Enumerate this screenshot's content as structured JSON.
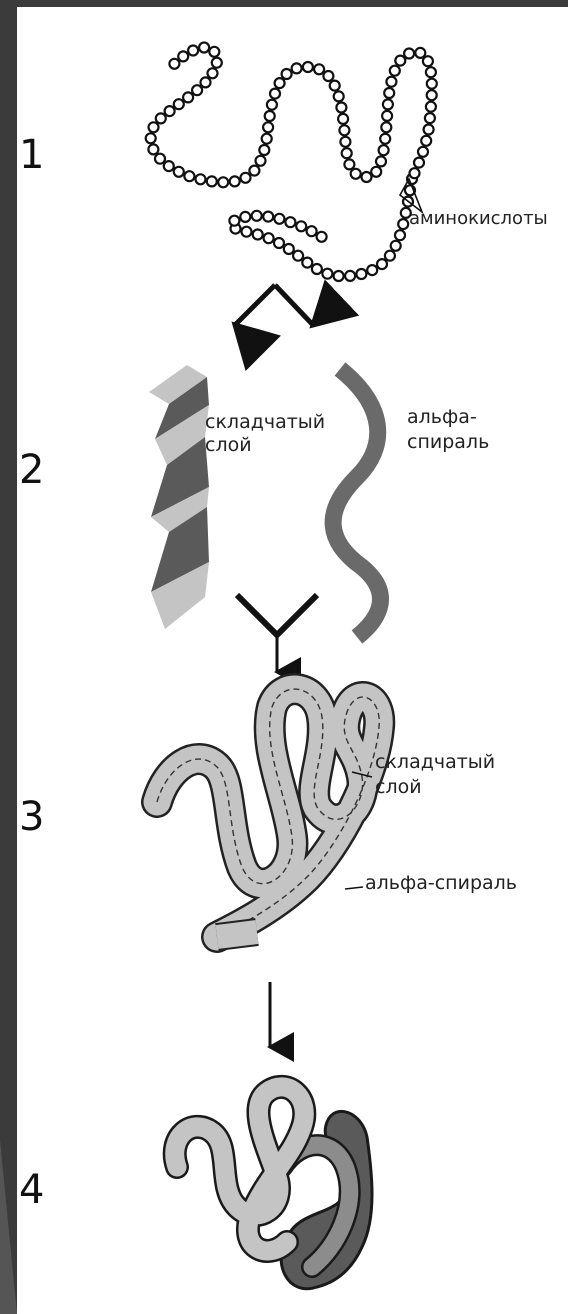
{
  "stages": [
    {
      "number": "1"
    },
    {
      "number": "2"
    },
    {
      "number": "3"
    },
    {
      "number": "4"
    }
  ],
  "labels": {
    "amino_acids": "аминокислоты",
    "pleated_sheet_line1": "складчатый",
    "pleated_sheet_line2": "слой",
    "alpha_helix_line1": "альфа-",
    "alpha_helix_line2": "спираль",
    "tertiary_sheet_line1": "складчатый",
    "tertiary_sheet_line2": "слой",
    "tertiary_helix": "альфа-спираль"
  },
  "colors": {
    "background": "#3b3b3b",
    "panel": "#ffffff",
    "light_gray": "#c4c4c4",
    "mid_gray": "#8c8c8c",
    "dark_gray": "#5a5a5a"
  }
}
